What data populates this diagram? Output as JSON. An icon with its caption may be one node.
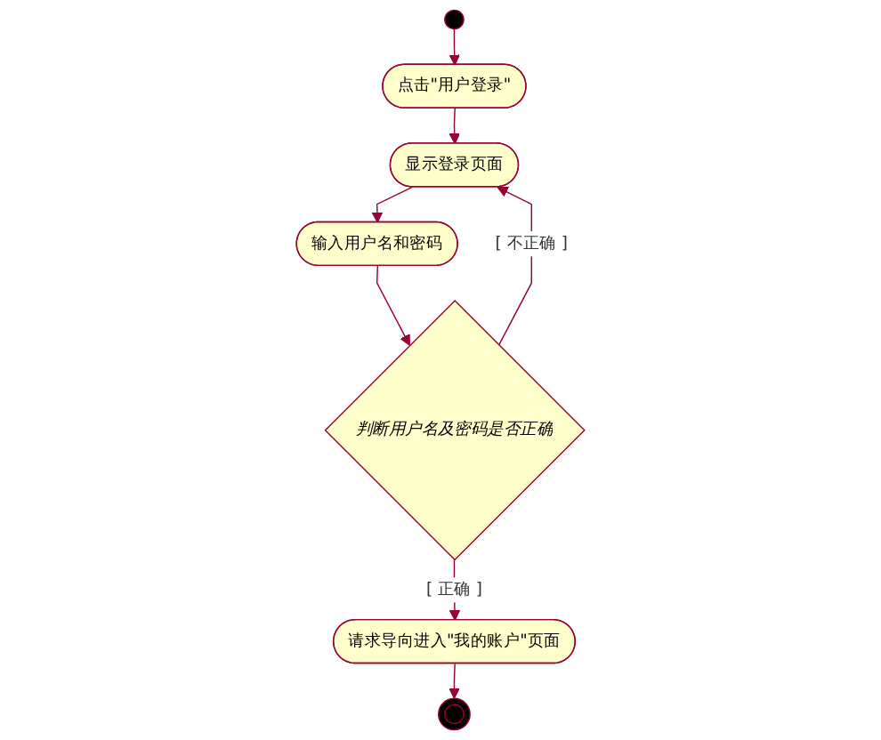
{
  "diagram": {
    "nodes": [
      {
        "text": [],
        "shape": "circle"
      },
      {
        "text": [
          "点击\"用户登录\""
        ]
      },
      {
        "text": [
          "显示登录页面"
        ]
      },
      {
        "text": [
          "输入用户名和密码"
        ]
      },
      {
        "text": [
          "判断用户名及密码是否正确"
        ]
      },
      {
        "text": [
          "请求导向进入\"我的账户\"页面"
        ]
      },
      {
        "text": [],
        "shape": "circle"
      }
    ],
    "edges": [
      {
        "from": 0,
        "to": 1,
        "arrow": "to"
      },
      {
        "from": 1,
        "to": 2,
        "arrow": "to"
      },
      {
        "from": 2,
        "to": 3,
        "arrow": "to"
      },
      {
        "from": 3,
        "to": 4,
        "arrow": "to"
      },
      {
        "from": 4,
        "to": 2,
        "arrow": "to",
        "label": "[ 不正确 ]"
      },
      {
        "from": 4,
        "to": 5,
        "arrow": "to",
        "label": "[ 正确 ]"
      },
      {
        "from": 5,
        "to": 6,
        "arrow": "to"
      }
    ]
  }
}
